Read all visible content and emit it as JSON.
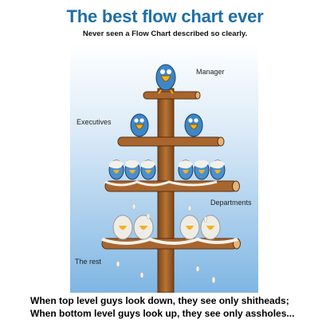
{
  "title": "The best flow chart ever",
  "subtitle": "Never seen a Flow Chart described so clearly.",
  "labels": {
    "manager": "Manager",
    "executives": "Executives",
    "departments": "Departments",
    "the_rest": "The rest"
  },
  "caption": {
    "line1": "When top level guys look down, they see only shitheads;",
    "line2": "When bottom level guys look up, they see only assholes..."
  },
  "colors": {
    "sky_top": "#ffffff",
    "sky_bottom": "#7fb6e3",
    "title_blue": "#1d6fa8",
    "wood": "#a8662e",
    "wood_dark": "#6e3f17",
    "bird_blue": "#3d87c8",
    "beak": "#f2b21f"
  },
  "icons": [
    "bird-icon",
    "tree-trunk-icon",
    "branch-icon",
    "dropping-icon"
  ]
}
